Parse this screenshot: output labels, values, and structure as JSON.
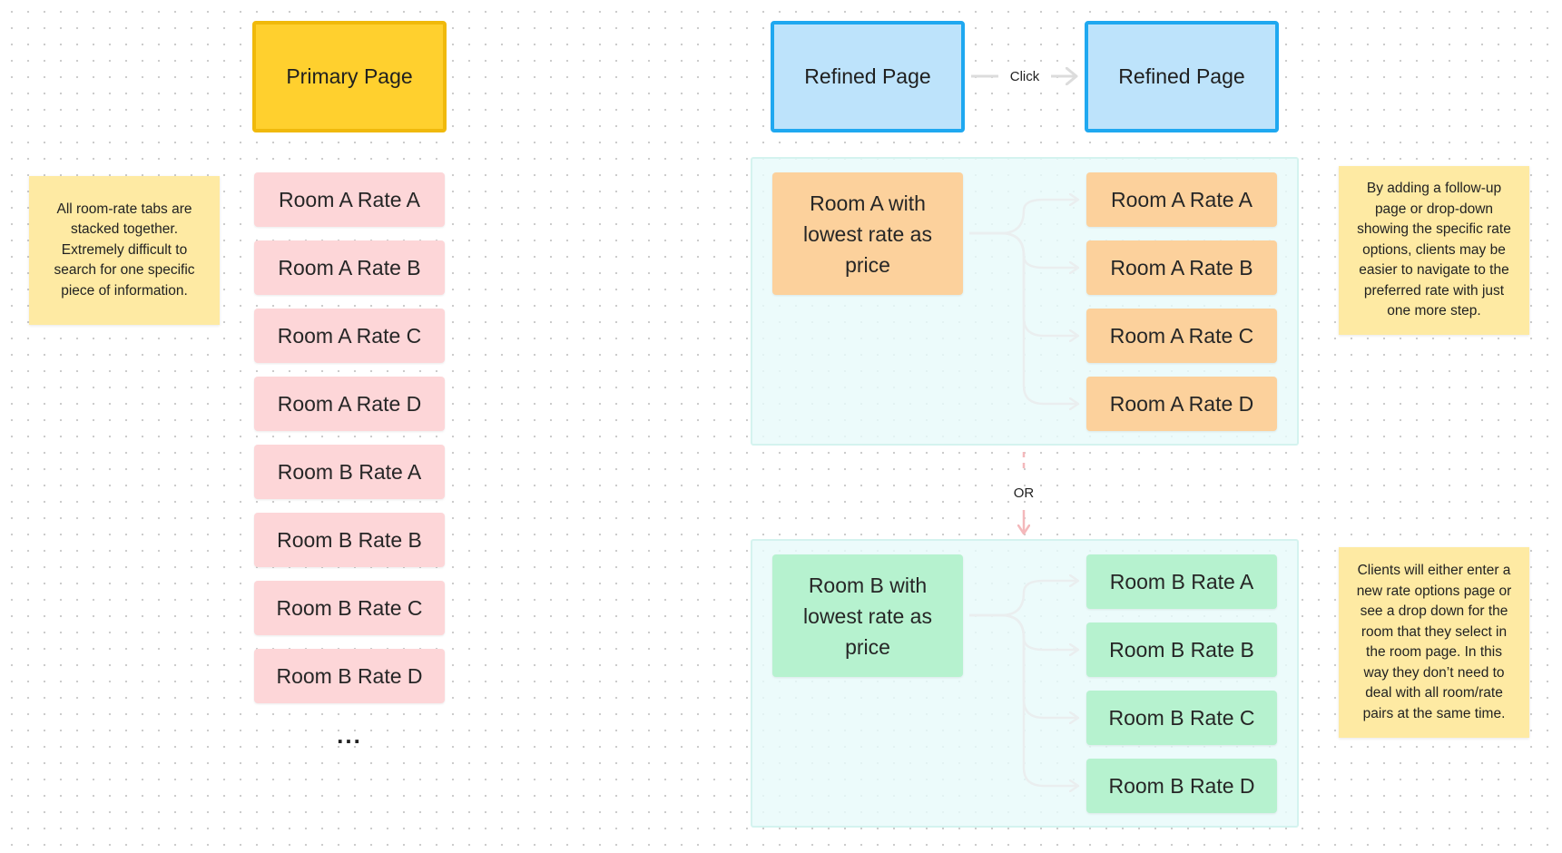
{
  "left": {
    "note": "All room-rate tabs are stacked together. Extremely difficult to search for one specific piece of information.",
    "header": "Primary Page",
    "rates": [
      "Room A Rate A",
      "Room A Rate B",
      "Room A Rate C",
      "Room A Rate D",
      "Room B Rate A",
      "Room B Rate B",
      "Room B Rate C",
      "Room B Rate D"
    ],
    "more": "..."
  },
  "right": {
    "header_1": "Refined Page",
    "click_label": "Click",
    "header_2": "Refined Page",
    "or_label": "OR",
    "room_a": {
      "parent": "Room A with lowest rate as price",
      "rates": [
        "Room A Rate A",
        "Room A Rate B",
        "Room A Rate C",
        "Room A Rate D"
      ]
    },
    "room_b": {
      "parent": "Room B with lowest rate as price",
      "rates": [
        "Room B Rate A",
        "Room B Rate B",
        "Room B Rate C",
        "Room B Rate D"
      ]
    },
    "note_top": "By adding a follow-up page or drop-down showing the specific rate options, clients may be easier to navigate to the preferred rate with just one more step.",
    "note_bottom": "Clients will either enter a new rate options page or see a drop down for the room that they select in the room page. In this way they don’t need to deal with all room/rate pairs at the same time."
  },
  "colors": {
    "primary_fill": "#ffd02e",
    "refined_fill": "#bde3fb",
    "pink_fill": "#fdd6d8",
    "orange_fill": "#fcd19c",
    "green_fill": "#b6f2cf",
    "sticky_fill": "#feeaa3",
    "connector": "#f4b8bb"
  }
}
